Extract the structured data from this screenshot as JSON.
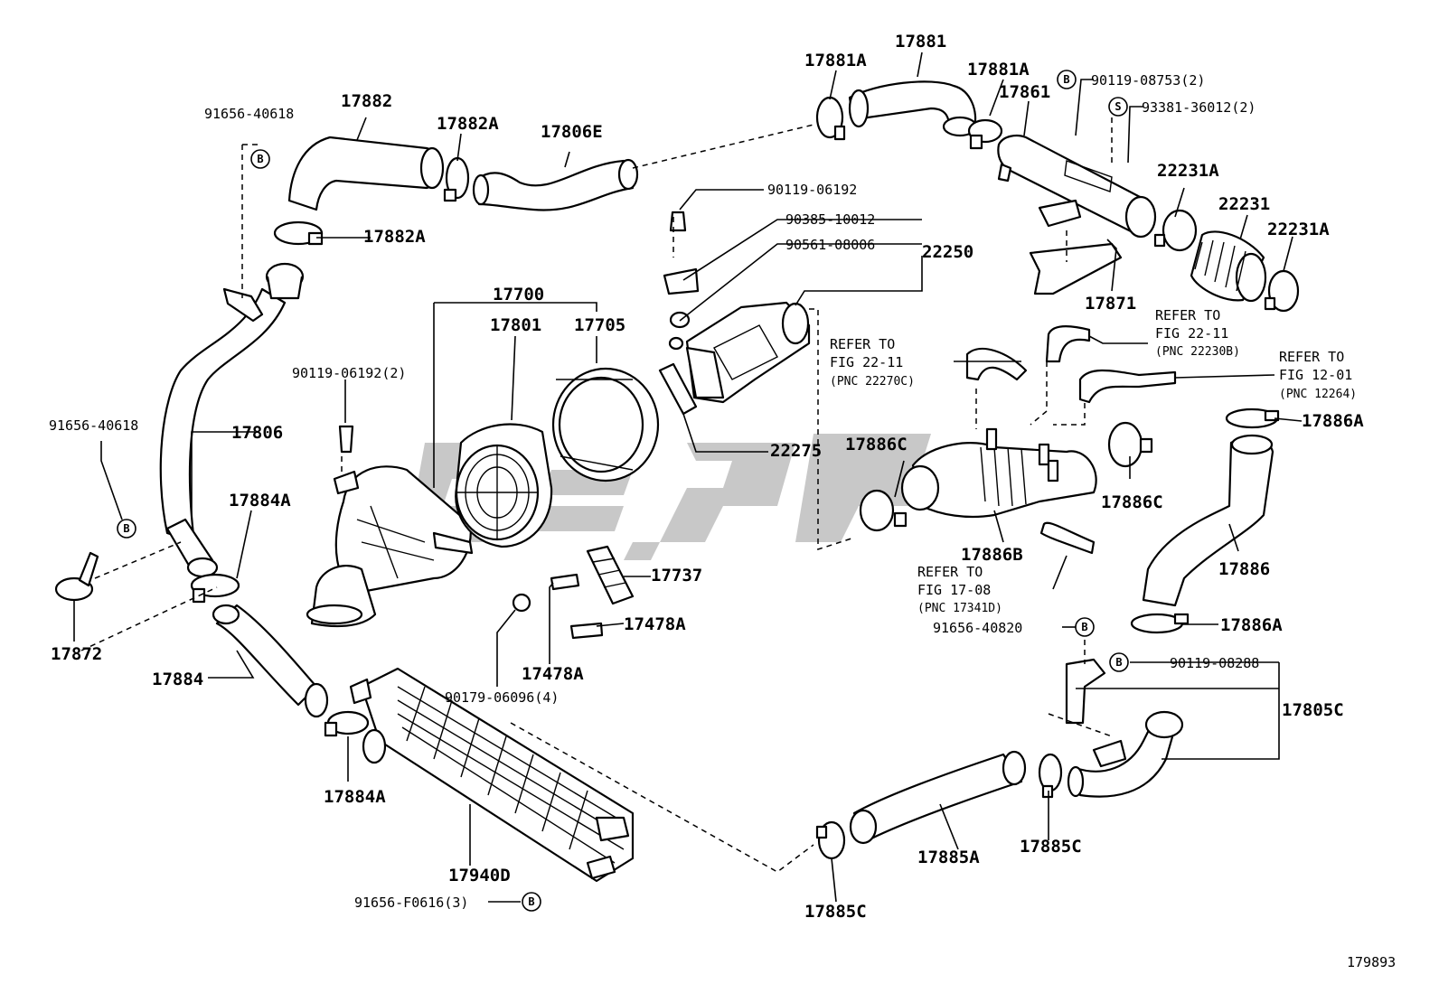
{
  "diagram_number": "179893",
  "part_labels": {
    "p17881A_1": "17881A",
    "p17881": "17881",
    "p17881A_2": "17881A",
    "p17861": "17861",
    "p90119_08753": "90119-08753(2)",
    "p93381_36012": "93381-36012(2)",
    "p91656_40618_top": "91656-40618",
    "p17882": "17882",
    "p17882A_1": "17882A",
    "p17806E": "17806E",
    "p17882A_2": "17882A",
    "p90119_06192": "90119-06192",
    "p90385_10012": "90385-10012",
    "p90561_08006": "90561-08006",
    "p22250": "22250",
    "p22231A_1": "22231A",
    "p22231": "22231",
    "p22231A_2": "22231A",
    "p17871": "17871",
    "p17700": "17700",
    "p17801": "17801",
    "p17705": "17705",
    "p90119_06192_2": "90119-06192(2)",
    "p91656_40618_left": "91656-40618",
    "p17806": "17806",
    "p17884A_1": "17884A",
    "p22275": "22275",
    "p17886C_1": "17886C",
    "p17886A_1": "17886A",
    "p17886C_2": "17886C",
    "p17886": "17886",
    "p17886B": "17886B",
    "p17737": "17737",
    "p17478A_1": "17478A",
    "p17478A_2": "17478A",
    "p90179_06096": "90179-06096(4)",
    "p17872": "17872",
    "p17884": "17884",
    "p17884A_2": "17884A",
    "p17940D": "17940D",
    "p91656_F0616": "91656-F0616(3)",
    "p91656_40820": "91656-40820",
    "p17886A_2": "17886A",
    "p90119_08288": "90119-08288",
    "p17805C": "17805C",
    "p17885A": "17885A",
    "p17885C_1": "17885C",
    "p17885C_2": "17885C"
  },
  "references": {
    "ref_22270C": {
      "line1": "REFER TO",
      "line2": "FIG 22-11",
      "line3": "(PNC 22270C)"
    },
    "ref_22230B": {
      "line1": "REFER TO",
      "line2": "FIG 22-11",
      "line3": "(PNC 22230B)"
    },
    "ref_12264": {
      "line1": "REFER TO",
      "line2": "FIG 12-01",
      "line3": "(PNC 12264)"
    },
    "ref_17341D": {
      "line1": "REFER TO",
      "line2": "FIG 17-08",
      "line3": "(PNC 17341D)"
    }
  },
  "badges": {
    "bolt": "B",
    "screw": "S"
  },
  "colors": {
    "line": "#000000",
    "background": "#ffffff",
    "watermark": "#9a9a9a"
  }
}
